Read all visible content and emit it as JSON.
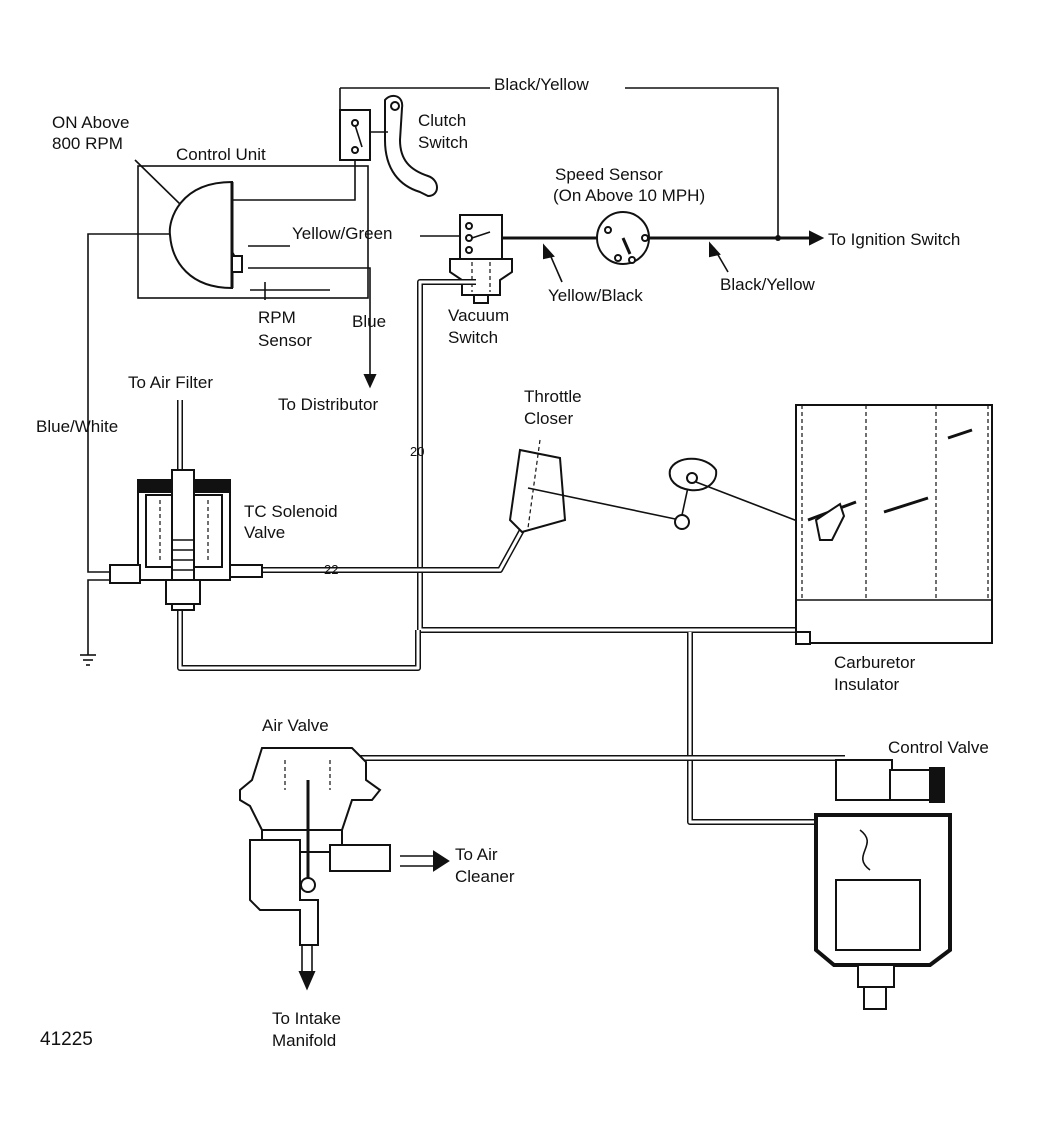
{
  "labels": {
    "on_above": "ON Above",
    "rpm_800": "800 RPM",
    "control_unit": "Control Unit",
    "black_yellow_top": "Black/Yellow",
    "clutch": "Clutch",
    "switch": "Switch",
    "speed_sensor": "Speed Sensor",
    "on_above_10": "(On Above 10 MPH)",
    "yellow_green": "Yellow/Green",
    "to_ignition": "To Ignition Switch",
    "yellow_black": "Yellow/Black",
    "black_yellow_right": "Black/Yellow",
    "rpm": "RPM",
    "sensor": "Sensor",
    "blue": "Blue",
    "vacuum": "Vacuum",
    "vacuum_switch": "Switch",
    "to_air_filter": "To Air Filter",
    "to_distributor": "To Distributor",
    "throttle": "Throttle",
    "closer": "Closer",
    "blue_white": "Blue/White",
    "hose_20": "20",
    "tc_solenoid": "TC Solenoid",
    "valve": "Valve",
    "hose_22": "22",
    "carburetor": "Carburetor",
    "insulator": "Insulator",
    "air_valve": "Air Valve",
    "control_valve": "Control Valve",
    "to_air": "To Air",
    "cleaner": "Cleaner",
    "to_intake": "To Intake",
    "manifold": "Manifold",
    "figure_number": "41225"
  }
}
